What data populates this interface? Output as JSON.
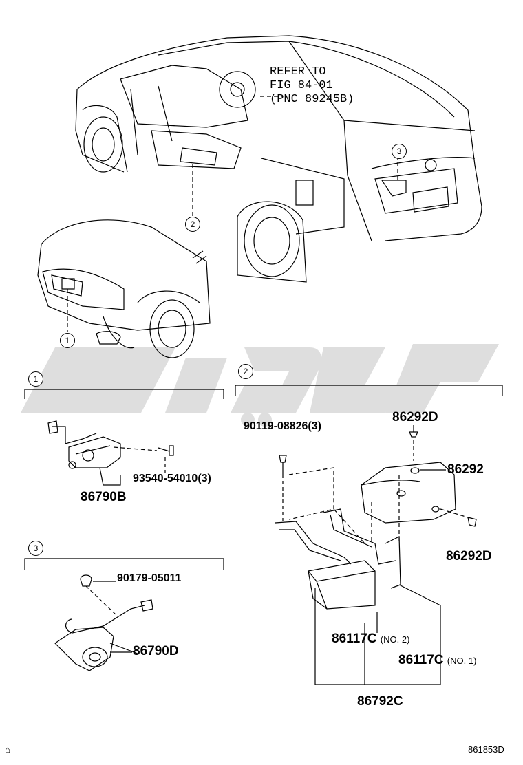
{
  "refer_note": {
    "line1": "REFER TO",
    "line2": "FIG 84-01",
    "line3": "(PNC 89245B)"
  },
  "callouts": {
    "c1_car": "1",
    "c2_car": "2",
    "c3_car": "3",
    "c1_section": "1",
    "c2_section": "2",
    "c3_section": "3"
  },
  "section1": {
    "bolt": "93540-54010(3)",
    "camera": "86790B"
  },
  "section2": {
    "bolt_top": "86292D",
    "bolt_left": "90119-08826(3)",
    "cover": "86292",
    "bolt_right": "86292D",
    "bracket_no2": "86117C",
    "bracket_no2_note": "(NO. 2)",
    "bracket_no1": "86117C",
    "bracket_no1_note": "(NO. 1)",
    "assembly": "86792C"
  },
  "section3": {
    "clip": "90179-05011",
    "camera": "86790D"
  },
  "footer": {
    "figure_code": "861853D",
    "corner_mark": "⌂"
  },
  "colors": {
    "watermark": "#dedede",
    "line": "#000000"
  }
}
